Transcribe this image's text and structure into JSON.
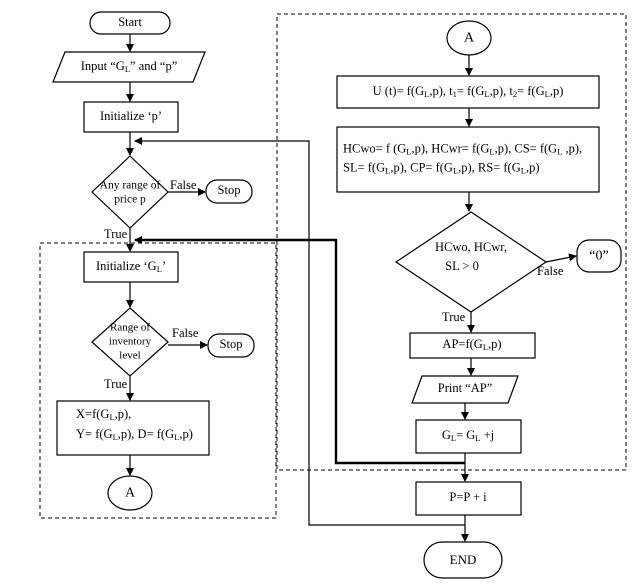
{
  "flowchart": {
    "start": "Start",
    "input": "Input “G<sub>L</sub>” and “p”",
    "init_p": "Initialize ‘p’",
    "decision_price": "Any range of price p",
    "stop": "Stop",
    "false_label": "False",
    "true_label": "True",
    "init_gl": "Initialize ‘G<sub>L</sub>’",
    "decision_inventory": "Range of inventory level",
    "xyd_line1": "X=f(G<sub>L</sub>,p),",
    "xyd_line2": "Y= f(G<sub>L</sub>,p), D= f(G<sub>L</sub>,p)",
    "connector_a": "A",
    "u_box": "U (t)= f(G<sub>L</sub>,p), t<sub>1</sub>= f(G<sub>L</sub>,p), t<sub>2</sub>= f(G<sub>L</sub>,p)",
    "hc_box": "HCwo= f (G<sub>L</sub>,p), HCwr= f(G<sub>L</sub>,p), CS= f(G<sub>L</sub> ,p), SL= f(G<sub>L</sub>,p), CP= f(G<sub>L</sub>,p), RS= f(G<sub>L</sub>,p)",
    "decision_hc_line1": "HCwo, HCwr,",
    "decision_hc_line2": "SL &gt; 0",
    "zero_output": "“0”",
    "ap_box": "AP=f(G<sub>L</sub>,p)",
    "print_ap": "Print “AP”",
    "gl_increment": "G<sub>L</sub>= G<sub>L</sub> +j",
    "p_increment": "P=P + i",
    "end": "END"
  }
}
